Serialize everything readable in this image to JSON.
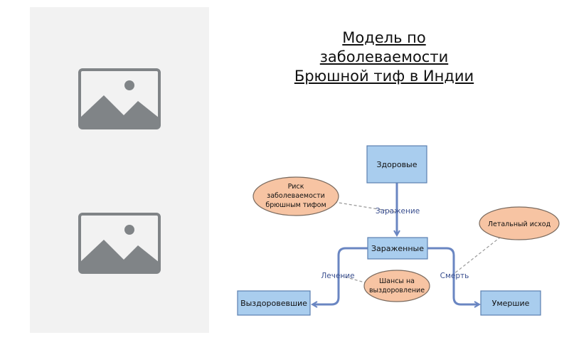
{
  "title": "Модель по заболеваемости Брюшной тиф в Индии",
  "diagram": {
    "nodes": {
      "healthy": "Здоровые",
      "infected": "Зараженные",
      "recovered": "Выздоровевшие",
      "dead": "Умершие",
      "risk": [
        "Риск",
        "заболеваемости",
        "брюшным тифом"
      ],
      "recovery_chance": [
        "Шансы на",
        "выздоровление"
      ],
      "fatal_outcome": "Летальный исход"
    },
    "edges": {
      "infection": "Заражение",
      "treatment": "Лечение",
      "death": "Смерть"
    }
  },
  "colors": {
    "stock_fill": "#a9cdee",
    "stock_stroke": "#5a7fb0",
    "factor_fill": "#f7c4a3",
    "factor_stroke": "#7a6a5e",
    "flow": "#6a86c2",
    "link": "#999999"
  },
  "icons": [
    "image-placeholder-icon",
    "image-placeholder-icon"
  ]
}
